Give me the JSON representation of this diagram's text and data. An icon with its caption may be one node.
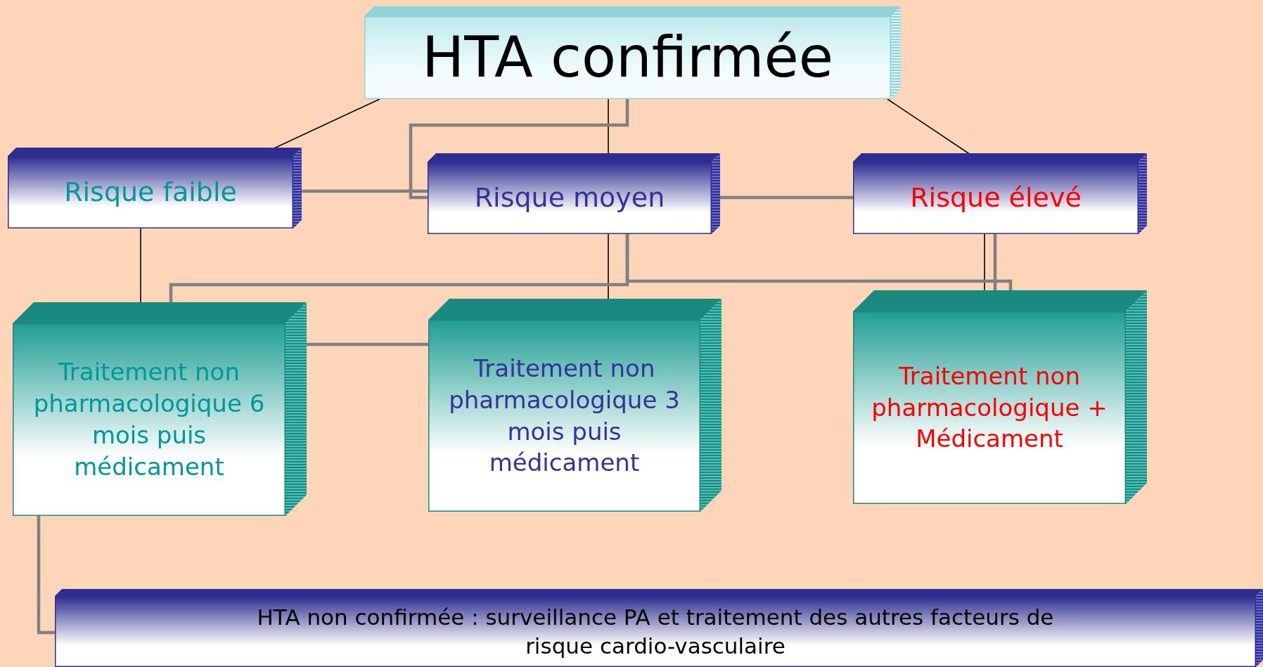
{
  "diagram": {
    "nodes": [
      {
        "text": [
          "HTA confirmée"
        ]
      },
      {
        "text": [
          "Risque faible"
        ]
      },
      {
        "text": [
          "Risque moyen"
        ]
      },
      {
        "text": [
          "Risque élevé"
        ]
      },
      {
        "text": [
          "Traitement non pharmacologique 6 mois puis médicament"
        ]
      },
      {
        "text": [
          "Traitement non pharmacologique 3 mois puis médicament"
        ]
      },
      {
        "text": [
          "Traitement non pharmacologique + Médicament"
        ]
      },
      {
        "text": [
          "HTA non confirmée : surveillance PA et traitement des autres facteurs de risque cardio-vasculaire"
        ]
      }
    ],
    "edges": [
      {
        "from": 0,
        "to": 1,
        "arrow": "none",
        "color": "#000000"
      },
      {
        "from": 0,
        "to": 2,
        "arrow": "none",
        "color": "#000000"
      },
      {
        "from": 0,
        "to": 3,
        "arrow": "none",
        "color": "#000000"
      },
      {
        "from": 1,
        "to": 4,
        "arrow": "none",
        "color": "#000000"
      },
      {
        "from": 2,
        "to": 5,
        "arrow": "none",
        "color": "#000000"
      },
      {
        "from": 3,
        "to": 6,
        "arrow": "none",
        "color": "#000000"
      },
      {
        "from": 1,
        "to": 2,
        "arrow": "none"
      },
      {
        "from": 2,
        "to": 3,
        "arrow": "none"
      },
      {
        "from": 4,
        "to": 5,
        "arrow": "none"
      },
      {
        "from": 0,
        "to": 2,
        "arrow": "none"
      },
      {
        "from": 2,
        "to": 4,
        "arrow": "none"
      },
      {
        "from": 2,
        "to": 6,
        "arrow": "none"
      },
      {
        "from": 4,
        "to": 7,
        "arrow": "none"
      },
      {
        "from": 3,
        "to": 6,
        "arrow": "none"
      }
    ]
  }
}
